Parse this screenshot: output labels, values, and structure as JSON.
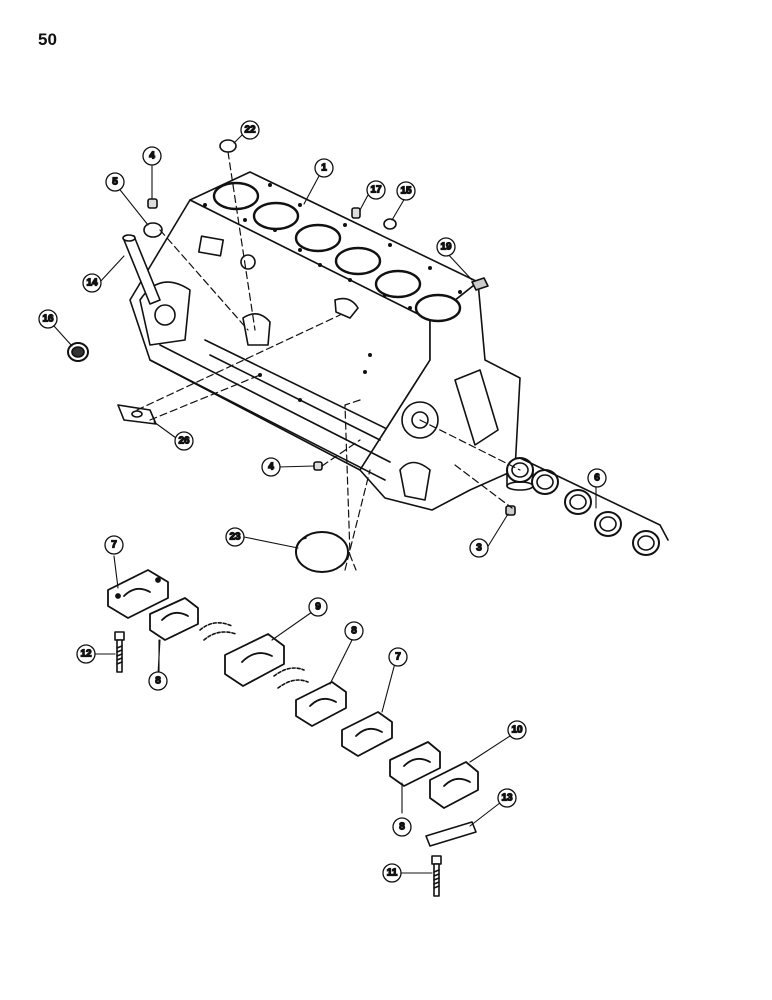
{
  "page_number": "50",
  "callouts": [
    {
      "id": "c1",
      "label": "1"
    },
    {
      "id": "c3",
      "label": "3"
    },
    {
      "id": "c4a",
      "label": "4"
    },
    {
      "id": "c4b",
      "label": "4"
    },
    {
      "id": "c5",
      "label": "5"
    },
    {
      "id": "c6",
      "label": "6"
    },
    {
      "id": "c7a",
      "label": "7"
    },
    {
      "id": "c7b",
      "label": "7"
    },
    {
      "id": "c8a",
      "label": "8"
    },
    {
      "id": "c8b",
      "label": "8"
    },
    {
      "id": "c8c",
      "label": "8"
    },
    {
      "id": "c9",
      "label": "9"
    },
    {
      "id": "c10",
      "label": "10"
    },
    {
      "id": "c11",
      "label": "11"
    },
    {
      "id": "c12",
      "label": "12"
    },
    {
      "id": "c13",
      "label": "13"
    },
    {
      "id": "c14",
      "label": "14"
    },
    {
      "id": "c15",
      "label": "15"
    },
    {
      "id": "c16",
      "label": "16"
    },
    {
      "id": "c17",
      "label": "17"
    },
    {
      "id": "c19",
      "label": "19"
    },
    {
      "id": "c22",
      "label": "22"
    },
    {
      "id": "c23",
      "label": "23"
    },
    {
      "id": "c26",
      "label": "26"
    }
  ]
}
